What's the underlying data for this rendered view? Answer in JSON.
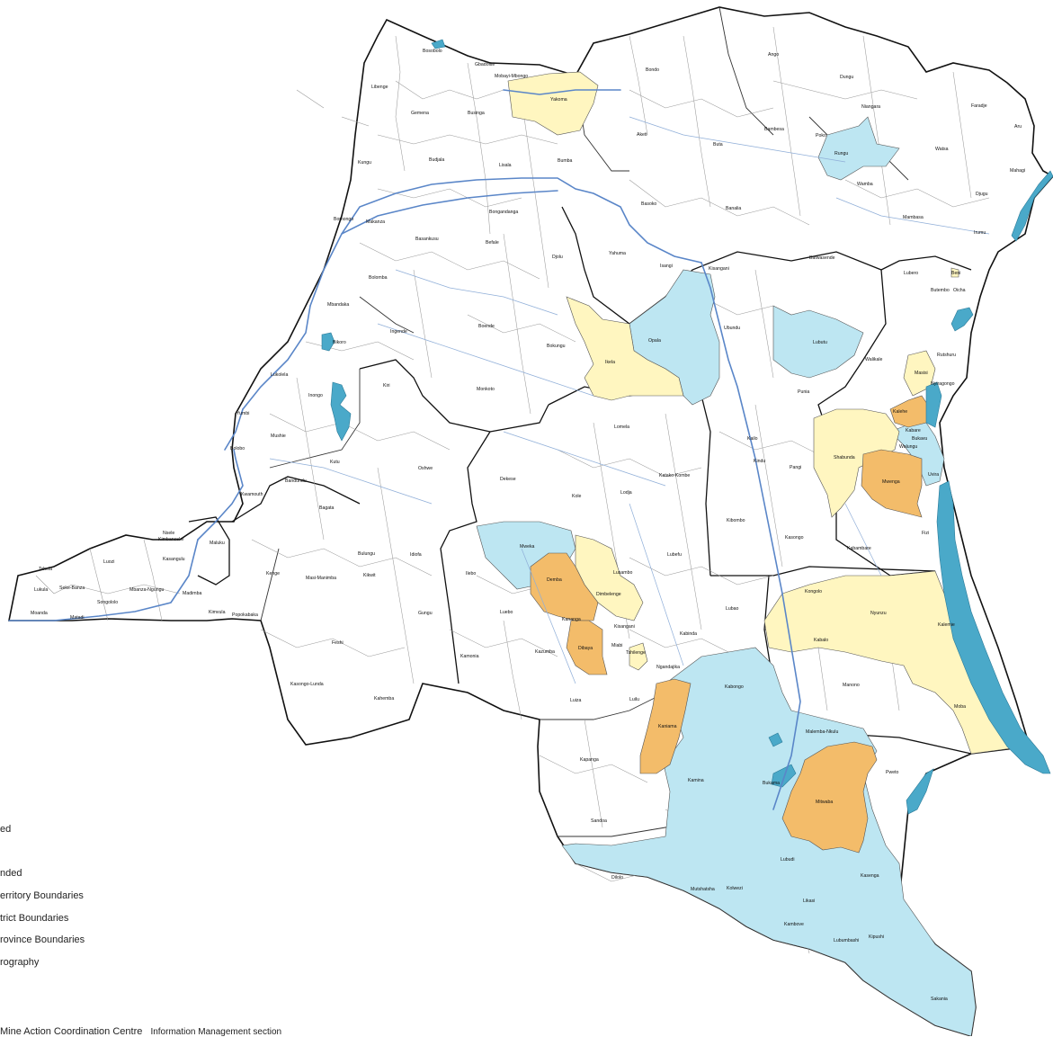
{
  "colors": {
    "not_affected": "#ffffff",
    "light_blue": "#bde6f2",
    "light_yellow": "#fff6c0",
    "orange": "#f3bc6a",
    "water": "#4aa9c9",
    "river": "#5a86c8",
    "border": "#111111",
    "district_line": "#444444",
    "territory_line": "#9a9a9a"
  },
  "legend": [
    {
      "text": "ed"
    },
    {
      "text": "nded"
    },
    {
      "text": "erritory Boundaries"
    },
    {
      "text": "trict Boundaries"
    },
    {
      "text": "rovince Boundaries"
    },
    {
      "text": "rography"
    }
  ],
  "footer": {
    "org": "Mine Action Coordination Centre",
    "section": "Information Management section"
  },
  "territories": [
    {
      "name": "Bosobolo"
    },
    {
      "name": "Gbadolite"
    },
    {
      "name": "Mobayi-Mbongo"
    },
    {
      "name": "Yakoma"
    },
    {
      "name": "Bondo"
    },
    {
      "name": "Ango"
    },
    {
      "name": "Dungu"
    },
    {
      "name": "Libenge"
    },
    {
      "name": "Gemena"
    },
    {
      "name": "Businga"
    },
    {
      "name": "Aketi"
    },
    {
      "name": "Bambesa"
    },
    {
      "name": "Poko"
    },
    {
      "name": "Niangara"
    },
    {
      "name": "Faradje"
    },
    {
      "name": "Aru"
    },
    {
      "name": "Kungu"
    },
    {
      "name": "Budjala"
    },
    {
      "name": "Lisala"
    },
    {
      "name": "Bumba"
    },
    {
      "name": "Buta"
    },
    {
      "name": "Rungu"
    },
    {
      "name": "Wamba"
    },
    {
      "name": "Watsa"
    },
    {
      "name": "Mahagi"
    },
    {
      "name": "Djugu"
    },
    {
      "name": "Bomongo"
    },
    {
      "name": "Makanza"
    },
    {
      "name": "Bongandanga"
    },
    {
      "name": "Basoko"
    },
    {
      "name": "Banalia"
    },
    {
      "name": "Mambasa"
    },
    {
      "name": "Irumu"
    },
    {
      "name": "Basankusu"
    },
    {
      "name": "Befale"
    },
    {
      "name": "Djolu"
    },
    {
      "name": "Yahuma"
    },
    {
      "name": "Isangi"
    },
    {
      "name": "Ubundu"
    },
    {
      "name": "Bafwasende"
    },
    {
      "name": "Beni"
    },
    {
      "name": "Lubero"
    },
    {
      "name": "Butembo"
    },
    {
      "name": "Oicha"
    },
    {
      "name": "Bolomba"
    },
    {
      "name": "Mbandaka"
    },
    {
      "name": "Ingende"
    },
    {
      "name": "Boende"
    },
    {
      "name": "Bokungu"
    },
    {
      "name": "Opala"
    },
    {
      "name": "Kisangani"
    },
    {
      "name": "Lubutu"
    },
    {
      "name": "Walikale"
    },
    {
      "name": "Rutshuru"
    },
    {
      "name": "Masisi"
    },
    {
      "name": "Nyiragongo"
    },
    {
      "name": "Bikoro"
    },
    {
      "name": "Lukolela"
    },
    {
      "name": "Inongo"
    },
    {
      "name": "Kiri"
    },
    {
      "name": "Ikela"
    },
    {
      "name": "Monkoto"
    },
    {
      "name": "Punia"
    },
    {
      "name": "Kalehe"
    },
    {
      "name": "Yumbi"
    },
    {
      "name": "Mushie"
    },
    {
      "name": "Lomela"
    },
    {
      "name": "Kailo"
    },
    {
      "name": "Kindu"
    },
    {
      "name": "Pangi"
    },
    {
      "name": "Shabunda"
    },
    {
      "name": "Kabare"
    },
    {
      "name": "Bukavu"
    },
    {
      "name": "Walungu"
    },
    {
      "name": "Bolobo"
    },
    {
      "name": "Kutu"
    },
    {
      "name": "Oshwe"
    },
    {
      "name": "Katako-Kombe"
    },
    {
      "name": "Mwenga"
    },
    {
      "name": "Uvira"
    },
    {
      "name": "Bandundu"
    },
    {
      "name": "Dekese"
    },
    {
      "name": "Kole"
    },
    {
      "name": "Lodja"
    },
    {
      "name": "Kwamouth"
    },
    {
      "name": "Bagata"
    },
    {
      "name": "Kibombo"
    },
    {
      "name": "Kasongo"
    },
    {
      "name": "Kabambare"
    },
    {
      "name": "Fizi"
    },
    {
      "name": "Nsele"
    },
    {
      "name": "Kimbanseke"
    },
    {
      "name": "Maluku"
    },
    {
      "name": "Kasangulu"
    },
    {
      "name": "Bulungu"
    },
    {
      "name": "Idiofa"
    },
    {
      "name": "Mweka"
    },
    {
      "name": "Lubefu"
    },
    {
      "name": "Luozi"
    },
    {
      "name": "Tshela"
    },
    {
      "name": "Lukula"
    },
    {
      "name": "Seke-Banza"
    },
    {
      "name": "Songololo"
    },
    {
      "name": "Mbanza-Ngungu"
    },
    {
      "name": "Madimba"
    },
    {
      "name": "Kenge"
    },
    {
      "name": "Masi-Manimba"
    },
    {
      "name": "Kikwit"
    },
    {
      "name": "Ilebo"
    },
    {
      "name": "Lusambo"
    },
    {
      "name": "Dimbelenge"
    },
    {
      "name": "Demba"
    },
    {
      "name": "Kongolo"
    },
    {
      "name": "Nyunzu"
    },
    {
      "name": "Kalemie"
    },
    {
      "name": "Moanda"
    },
    {
      "name": "Matadi"
    },
    {
      "name": "Kimvula"
    },
    {
      "name": "Popokabaka"
    },
    {
      "name": "Gungu"
    },
    {
      "name": "Luebo"
    },
    {
      "name": "Kananga"
    },
    {
      "name": "Kazumba"
    },
    {
      "name": "Dibaya"
    },
    {
      "name": "Miabi"
    },
    {
      "name": "Tshilenge"
    },
    {
      "name": "Kabinda"
    },
    {
      "name": "Lubao"
    },
    {
      "name": "Kabalo"
    },
    {
      "name": "Feshi"
    },
    {
      "name": "Kamonia"
    },
    {
      "name": "Ngandajika"
    },
    {
      "name": "Manono"
    },
    {
      "name": "Kasongo-Lunda"
    },
    {
      "name": "Kahemba"
    },
    {
      "name": "Luiza"
    },
    {
      "name": "Luilu"
    },
    {
      "name": "Kaniama"
    },
    {
      "name": "Kabongo"
    },
    {
      "name": "Moba"
    },
    {
      "name": "Malemba-Nkulu"
    },
    {
      "name": "Kapanga"
    },
    {
      "name": "Kamina"
    },
    {
      "name": "Bukama"
    },
    {
      "name": "Mitwaba"
    },
    {
      "name": "Pweto"
    },
    {
      "name": "Sandoa"
    },
    {
      "name": "Dilolo"
    },
    {
      "name": "Lubudi"
    },
    {
      "name": "Kasenga"
    },
    {
      "name": "Mutshatsha"
    },
    {
      "name": "Kolwezi"
    },
    {
      "name": "Likasi"
    },
    {
      "name": "Kambove"
    },
    {
      "name": "Lubumbashi"
    },
    {
      "name": "Kipushi"
    },
    {
      "name": "Sakania"
    },
    {
      "name": "Kisangani"
    }
  ]
}
